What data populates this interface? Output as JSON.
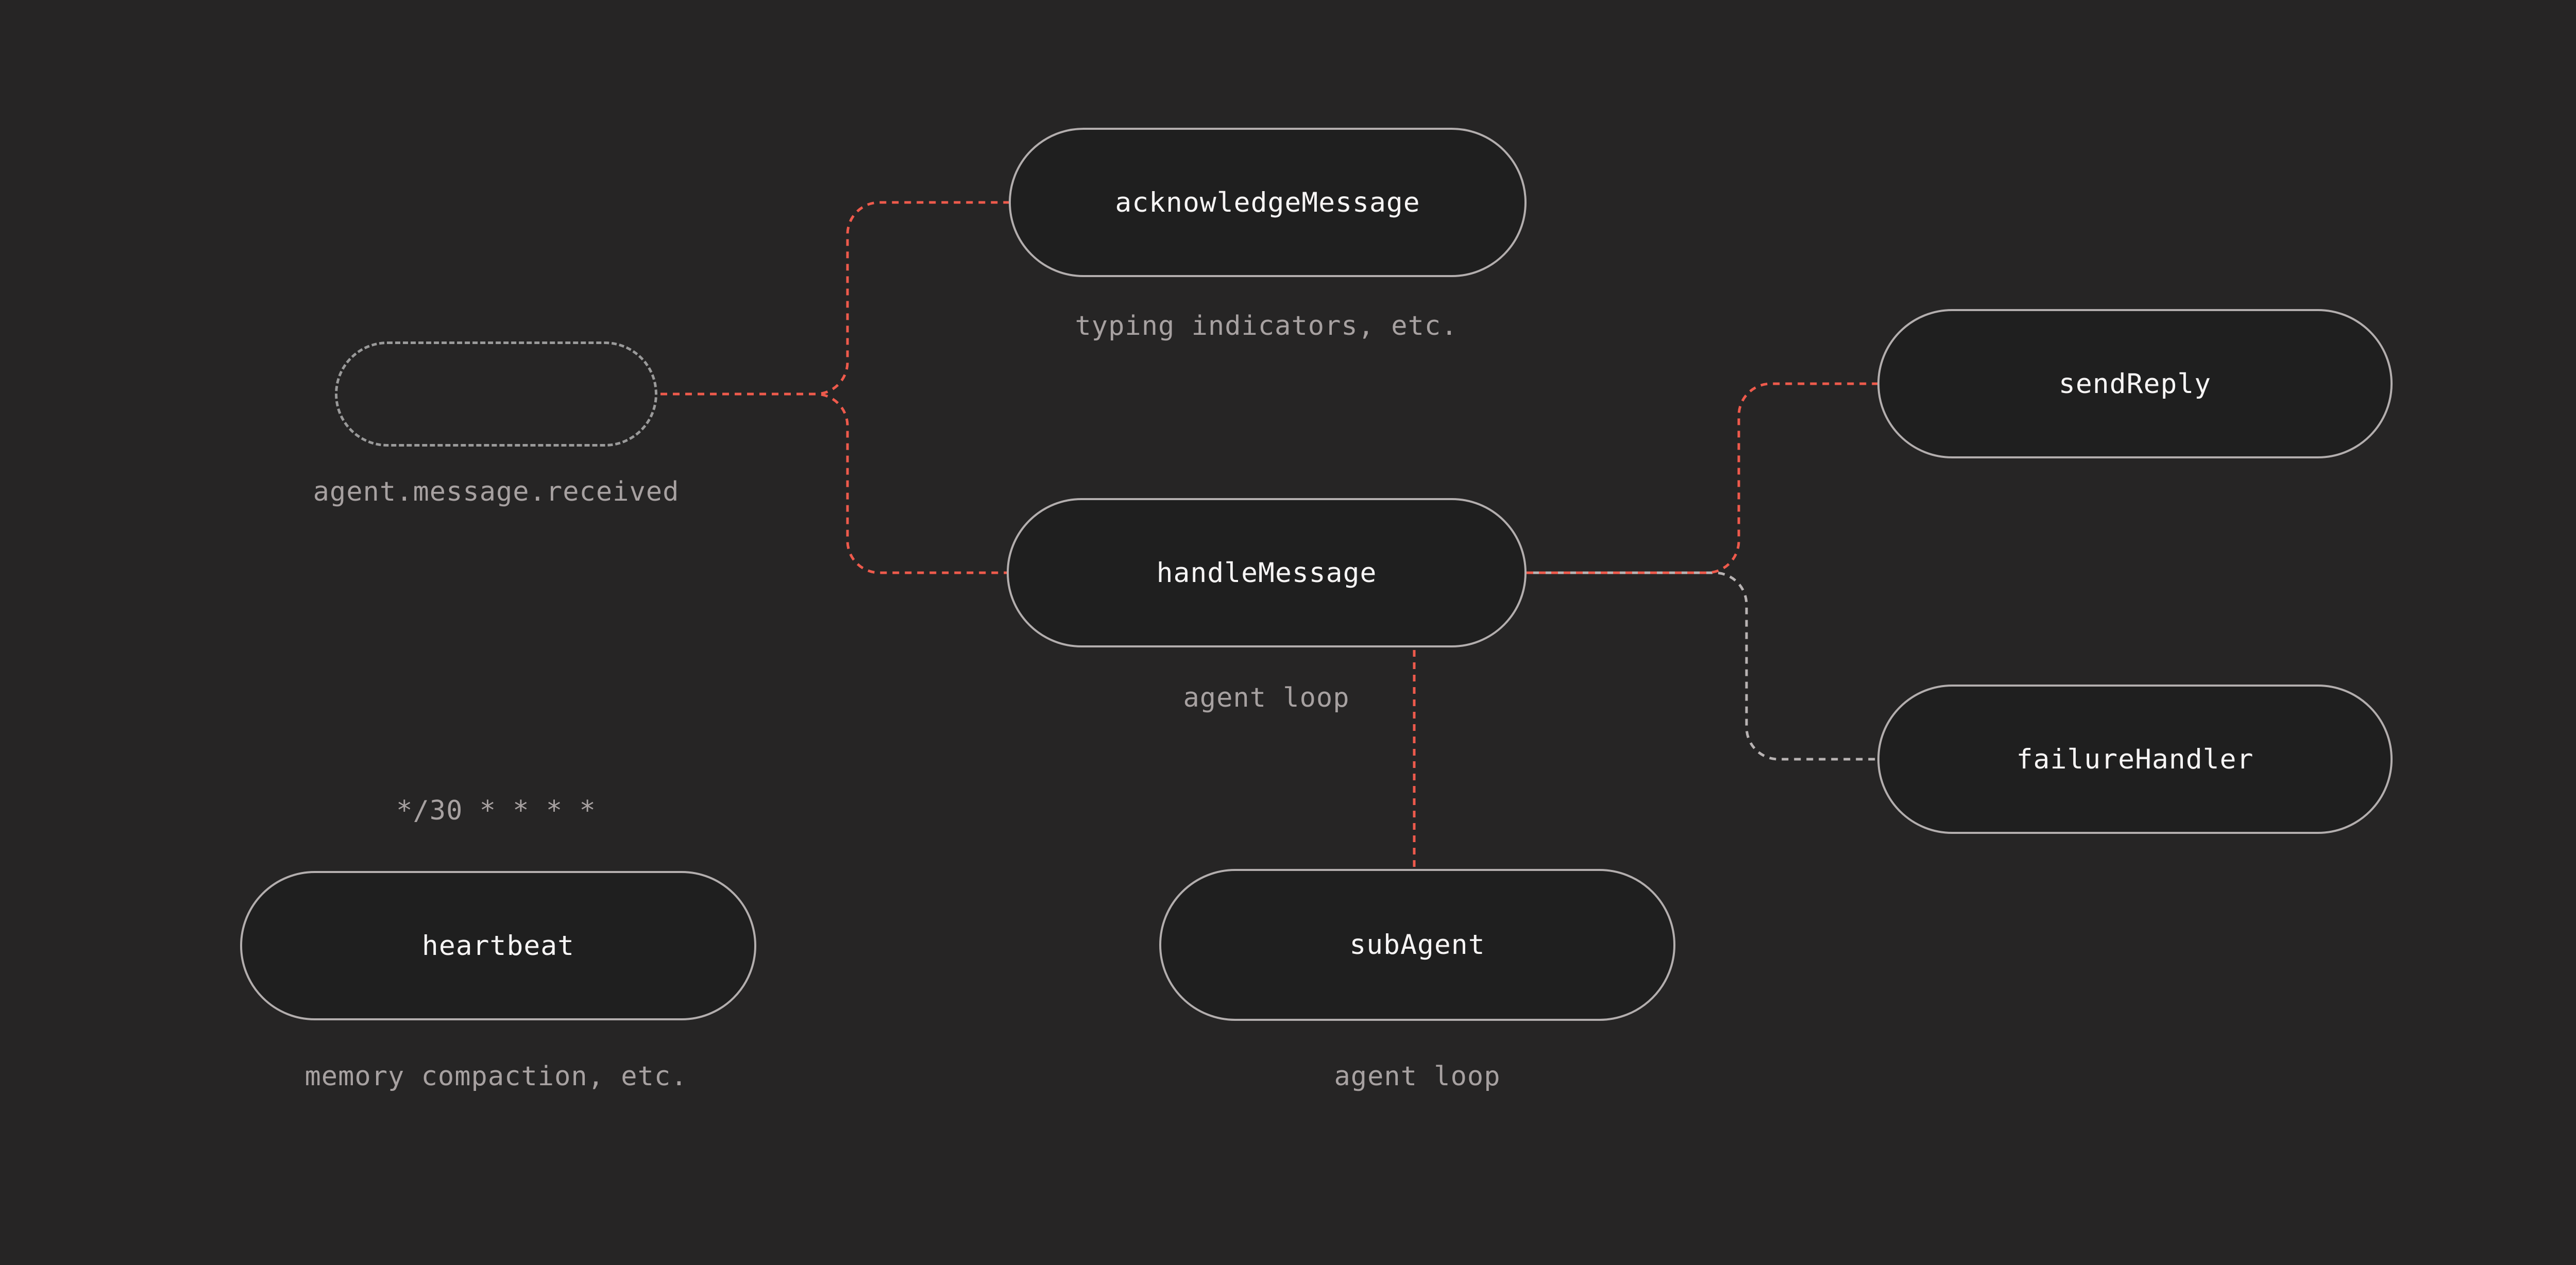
{
  "diagram": {
    "nodes": {
      "trigger": {
        "label": "",
        "caption": "agent.message.received",
        "shape": "dashed-ghost-pill"
      },
      "acknowledge_message": {
        "label": "acknowledgeMessage",
        "caption": "typing indicators, etc."
      },
      "handle_message": {
        "label": "handleMessage",
        "caption": "agent loop"
      },
      "send_reply": {
        "label": "sendReply"
      },
      "failure_handler": {
        "label": "failureHandler"
      },
      "sub_agent": {
        "label": "subAgent",
        "caption": "agent loop"
      },
      "heartbeat": {
        "label": "heartbeat",
        "caption": "memory compaction, etc.",
        "schedule": "*/30 * * * *"
      }
    },
    "edges": [
      {
        "from": "trigger",
        "to": "acknowledge_message",
        "style": "red-dashed"
      },
      {
        "from": "trigger",
        "to": "handle_message",
        "style": "red-dashed"
      },
      {
        "from": "handle_message",
        "to": "send_reply",
        "style": "red-dashed"
      },
      {
        "from": "handle_message",
        "to": "failure_handler",
        "style": "gray-dashed"
      },
      {
        "from": "handle_message",
        "to": "sub_agent",
        "style": "red-dashed"
      }
    ],
    "colors": {
      "background": "#262525",
      "node_fill": "#1f1f1f",
      "node_border": "#b3aeae",
      "ghost_border": "#9a9a9a",
      "accent_red": "#ee5a4c",
      "line_gray": "#b8b3b3",
      "caption_text": "#a7a1a1",
      "label_text": "#f7f5f5"
    }
  }
}
